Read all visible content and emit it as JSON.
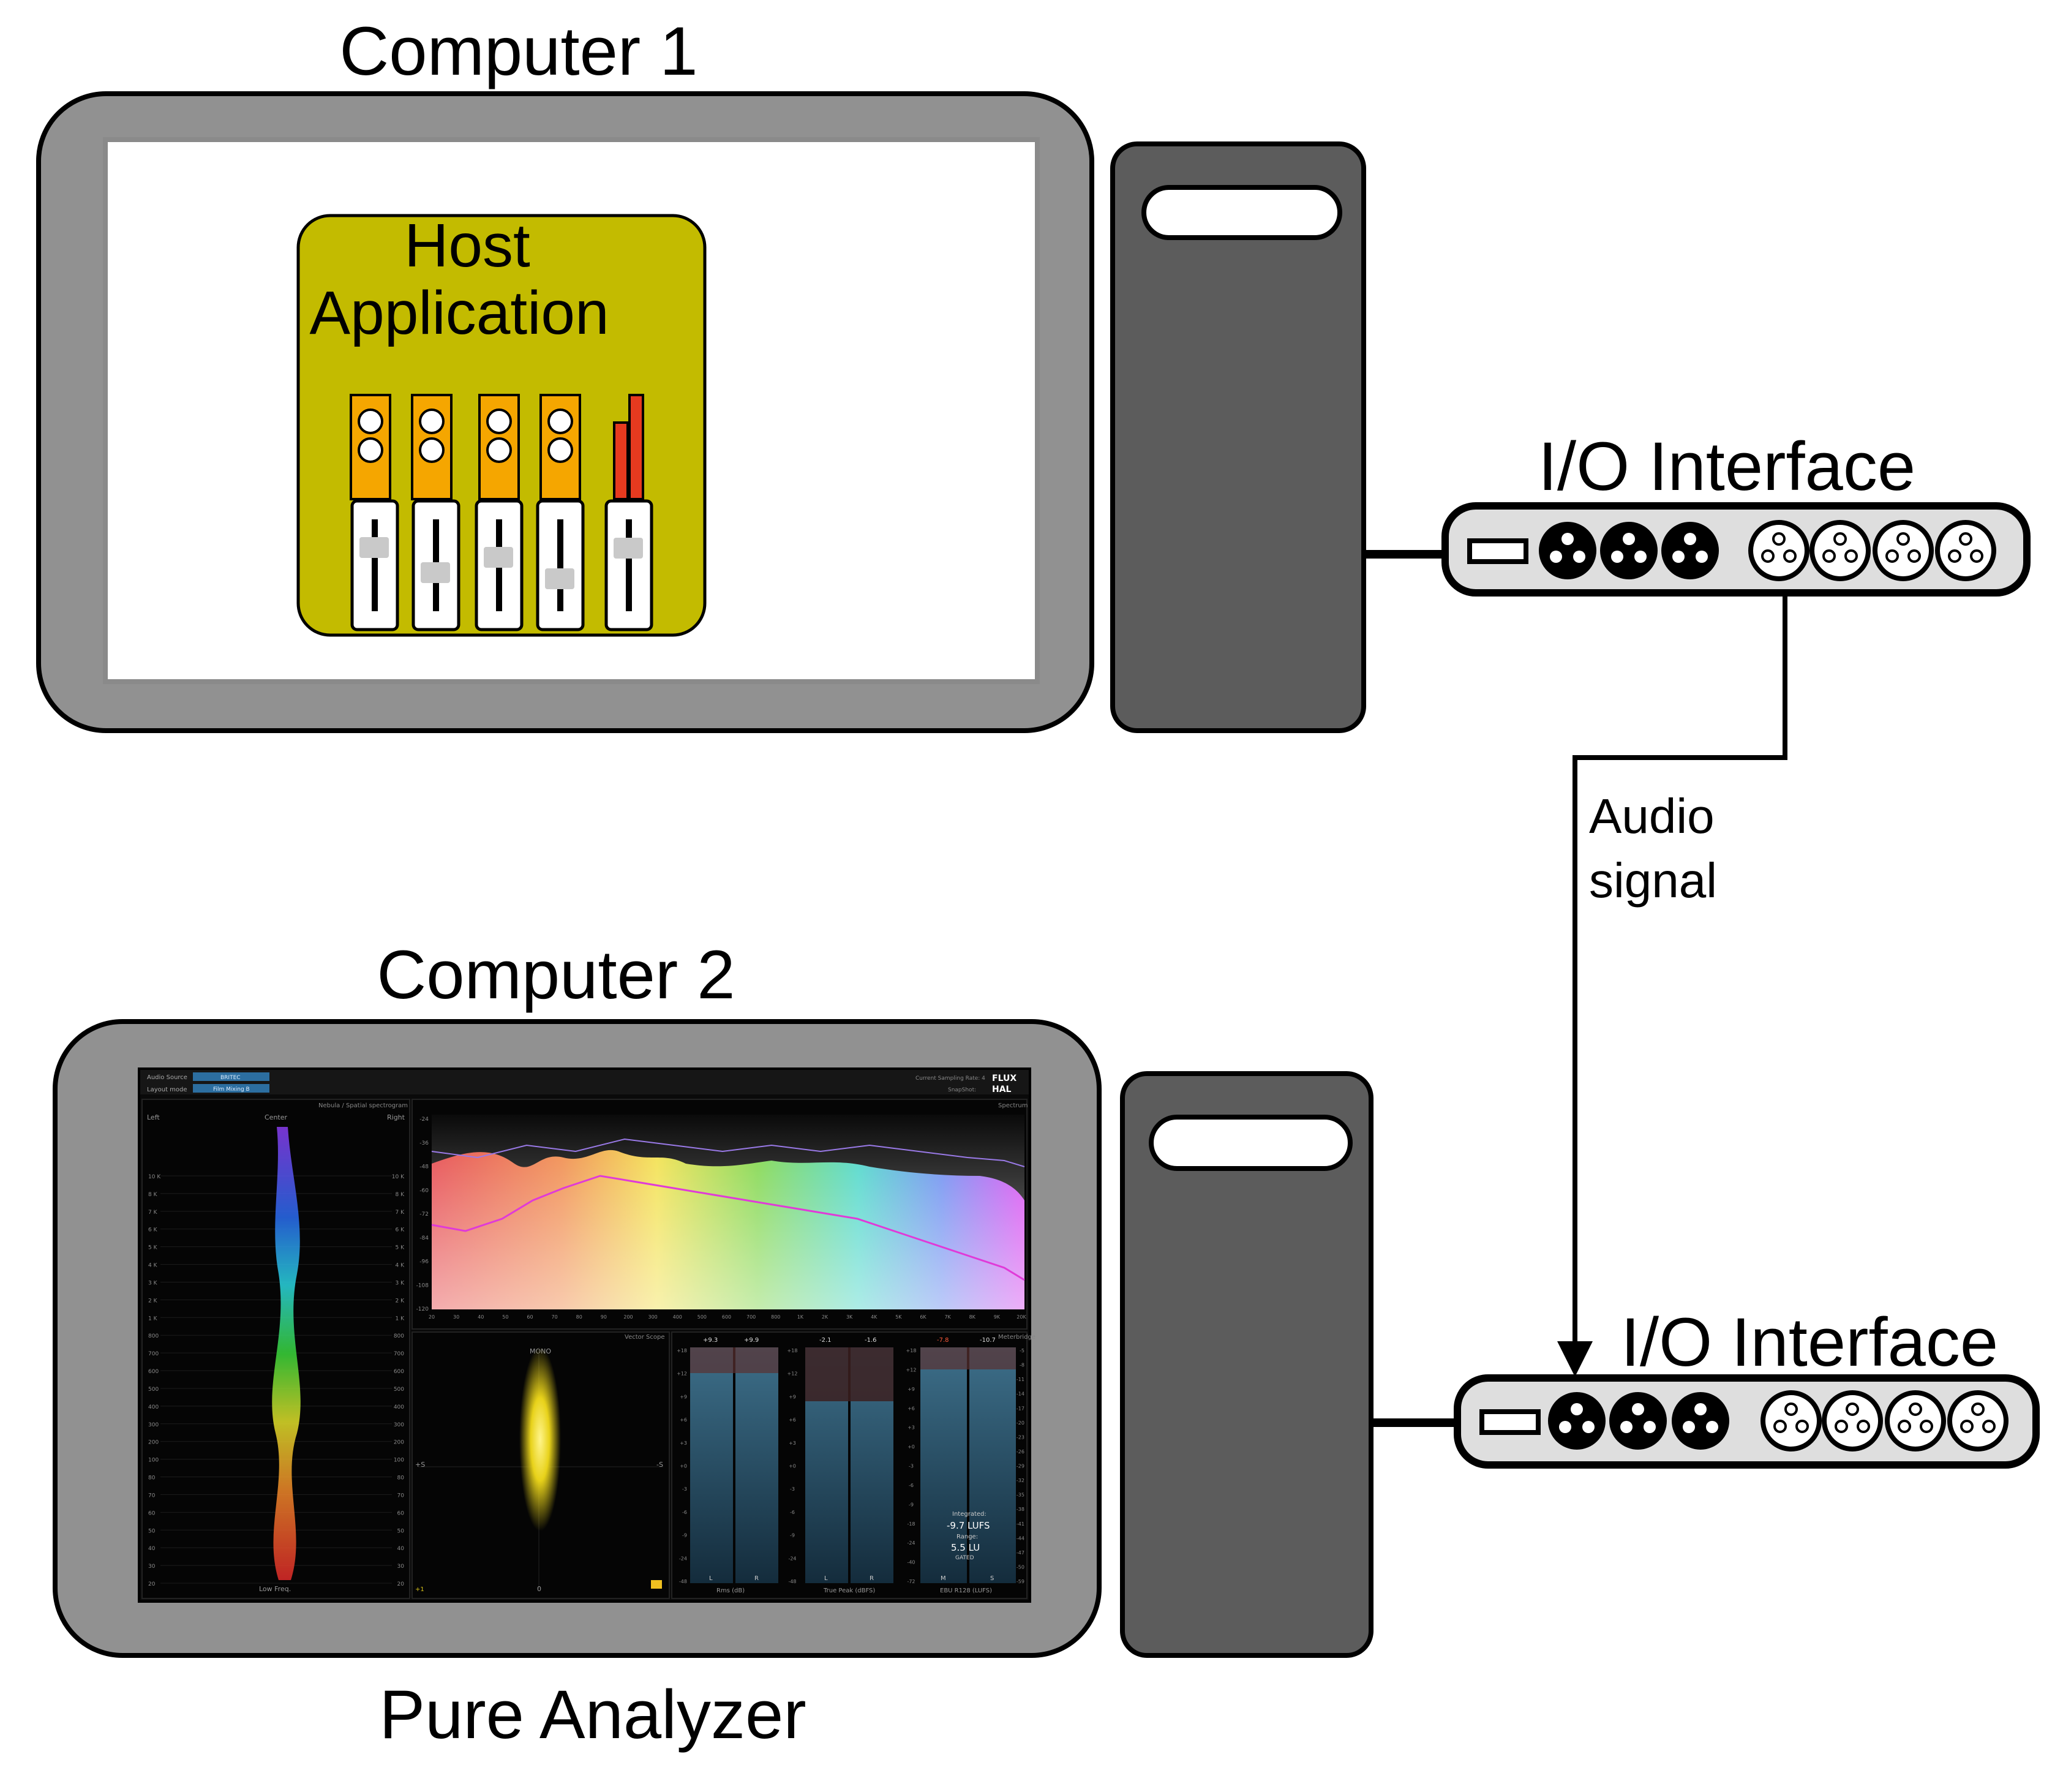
{
  "labels": {
    "computer1": "Computer 1",
    "computer2": "Computer 2",
    "host_line1": "Host",
    "host_line2": "Application",
    "io_top": "I/O Interface",
    "io_bottom": "I/O Interface",
    "audio_line1": "Audio",
    "audio_line2": "signal",
    "pure_analyzer": "Pure Analyzer"
  },
  "colors": {
    "monitor_frame": "#919191",
    "tower": "#5c5c5c",
    "host_box": "#c3bb00",
    "channel_strip": "#f5a600",
    "meter_red": "#e63a1f",
    "fader_knob": "#c9c9c9",
    "interface_body": "#dedede",
    "analyzer_bg": "#0a0a0a"
  },
  "pure_analyzer_screen": {
    "audio_source_label": "Audio Source",
    "audio_source_value": "BRITEC",
    "layout_mode_label": "Layout mode",
    "layout_mode_value": "Film Mixing B",
    "sampling_rate": "Current Sampling Rate: 4",
    "snapshot": "SnapShot:",
    "brand_line1": "FLUX",
    "brand_line2": "HAL",
    "nebula_title": "Nebula / Spatial spectrogram",
    "nebula_left": "Left",
    "nebula_center": "Center",
    "nebula_right": "Right",
    "nebula_bottom": "Low Freq.",
    "nebula_ticks": [
      "10 K",
      "8 K",
      "7 K",
      "6 K",
      "5 K",
      "4 K",
      "3 K",
      "2 K",
      "1 K",
      "800",
      "700",
      "600",
      "500",
      "400",
      "300",
      "200",
      "100",
      "80",
      "70",
      "60",
      "50",
      "40",
      "30",
      "20"
    ],
    "spectrum_title": "Spectrum",
    "spectrum_y_ticks": [
      "-24",
      "-36",
      "-48",
      "-60",
      "-72",
      "-84",
      "-96",
      "-108",
      "-120"
    ],
    "spectrum_x_ticks": [
      "20",
      "30",
      "40",
      "50",
      "60",
      "70",
      "80",
      "90",
      "200",
      "300",
      "400",
      "500",
      "600",
      "700",
      "800",
      "1K",
      "2K",
      "3K",
      "4K",
      "5K",
      "6K",
      "7K",
      "8K",
      "9K",
      "20K"
    ],
    "vectorscope_title": "Vector Scope",
    "vectorscope_mono": "MONO",
    "vectorscope_left": "+S",
    "vectorscope_right": "-S",
    "vectorscope_bottom": "0",
    "vectorscope_corner": "+1",
    "meterbridge_title": "Meterbridge",
    "rms_label": "Rms (dB)",
    "rms_values": [
      "+9.3",
      "+9.9"
    ],
    "tp_label": "True Peak (dBFS)",
    "tp_values": [
      "-2.1",
      "-1.6"
    ],
    "ebu_label": "EBU R128 (LUFS)",
    "ebu_values": [
      "-7.8",
      "-10.7"
    ],
    "meter_channels": [
      "L",
      "R",
      "L",
      "R",
      "M",
      "S"
    ],
    "meter_scale_left": [
      "+18",
      "+12",
      "+9",
      "+6",
      "+3",
      "+0",
      "-3",
      "-6",
      "-9",
      "-24",
      "-48"
    ],
    "meter_scale_mid": [
      "+18",
      "+12",
      "+9",
      "+6",
      "+3",
      "+0",
      "-3",
      "-6",
      "-9",
      "-18",
      "-24",
      "-40",
      "-72"
    ],
    "meter_scale_right": [
      "-5",
      "-8",
      "-11",
      "-14",
      "-17",
      "-20",
      "-23",
      "-26",
      "-29",
      "-32",
      "-35",
      "-38",
      "-41",
      "-44",
      "-47",
      "-50",
      "-59"
    ],
    "integrated_label": "Integrated:",
    "integrated_value": "-9.7 LUFS",
    "range_label": "Range:",
    "range_value": "5.5 LU",
    "gated_label": "GATED"
  }
}
